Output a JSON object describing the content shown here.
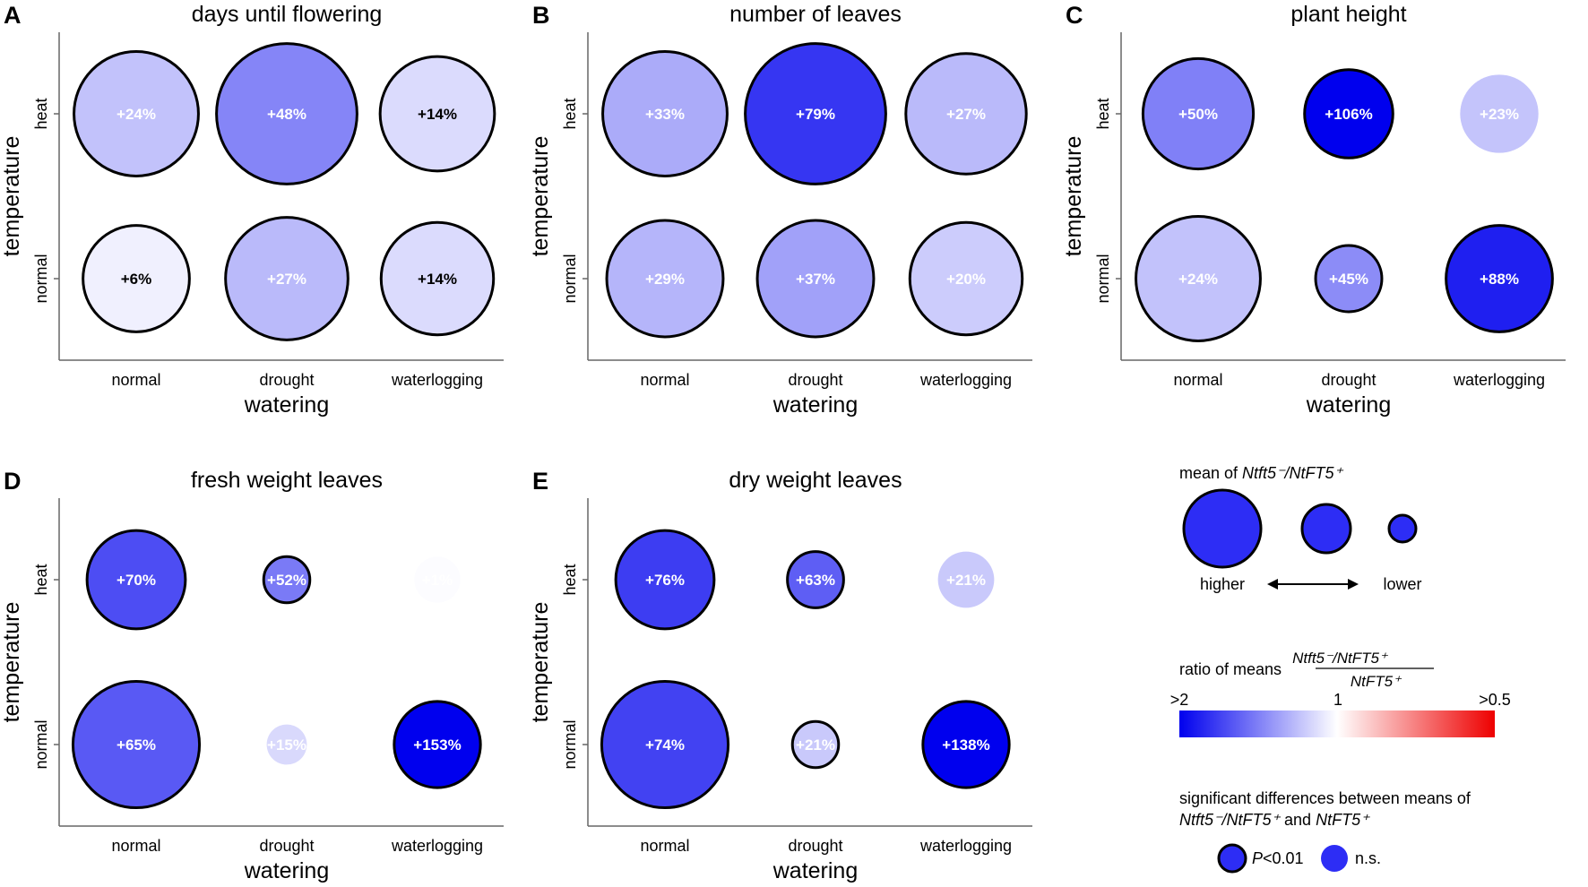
{
  "chart_data": [
    {
      "type": "scatter",
      "panel_letter": "A",
      "title": "days until flowering",
      "xlabel": "watering",
      "ylabel": "temperature",
      "categories": [
        "normal",
        "drought",
        "waterlogging"
      ],
      "y_categories": [
        "heat",
        "normal"
      ],
      "points": [
        {
          "x": "normal",
          "y": "heat",
          "label": "+24%",
          "ratio": 1.24,
          "mean": 0.62,
          "significant": true
        },
        {
          "x": "drought",
          "y": "heat",
          "label": "+48%",
          "ratio": 1.48,
          "mean": 0.7,
          "significant": true
        },
        {
          "x": "waterlogging",
          "y": "heat",
          "label": "+14%",
          "ratio": 1.14,
          "mean": 0.57,
          "significant": true
        },
        {
          "x": "normal",
          "y": "normal",
          "label": "+6%",
          "ratio": 1.06,
          "mean": 0.53,
          "significant": true
        },
        {
          "x": "drought",
          "y": "normal",
          "label": "+27%",
          "ratio": 1.27,
          "mean": 0.61,
          "significant": true
        },
        {
          "x": "waterlogging",
          "y": "normal",
          "label": "+14%",
          "ratio": 1.14,
          "mean": 0.56,
          "significant": true
        }
      ]
    },
    {
      "type": "scatter",
      "panel_letter": "B",
      "title": "number of leaves",
      "xlabel": "watering",
      "ylabel": "temperature",
      "categories": [
        "normal",
        "drought",
        "waterlogging"
      ],
      "y_categories": [
        "heat",
        "normal"
      ],
      "points": [
        {
          "x": "normal",
          "y": "heat",
          "label": "+33%",
          "ratio": 1.33,
          "mean": 0.62,
          "significant": true
        },
        {
          "x": "drought",
          "y": "heat",
          "label": "+79%",
          "ratio": 1.79,
          "mean": 0.7,
          "significant": true
        },
        {
          "x": "waterlogging",
          "y": "heat",
          "label": "+27%",
          "ratio": 1.27,
          "mean": 0.6,
          "significant": true
        },
        {
          "x": "normal",
          "y": "normal",
          "label": "+29%",
          "ratio": 1.29,
          "mean": 0.58,
          "significant": true
        },
        {
          "x": "drought",
          "y": "normal",
          "label": "+37%",
          "ratio": 1.37,
          "mean": 0.58,
          "significant": true
        },
        {
          "x": "waterlogging",
          "y": "normal",
          "label": "+20%",
          "ratio": 1.2,
          "mean": 0.56,
          "significant": true
        }
      ]
    },
    {
      "type": "scatter",
      "panel_letter": "C",
      "title": "plant height",
      "xlabel": "watering",
      "ylabel": "temperature",
      "categories": [
        "normal",
        "drought",
        "waterlogging"
      ],
      "y_categories": [
        "heat",
        "normal"
      ],
      "points": [
        {
          "x": "normal",
          "y": "heat",
          "label": "+50%",
          "ratio": 1.5,
          "mean": 0.55,
          "significant": true
        },
        {
          "x": "drought",
          "y": "heat",
          "label": "+106%",
          "ratio": 2.06,
          "mean": 0.44,
          "significant": true
        },
        {
          "x": "waterlogging",
          "y": "heat",
          "label": "+23%",
          "ratio": 1.23,
          "mean": 0.39,
          "significant": false
        },
        {
          "x": "normal",
          "y": "normal",
          "label": "+24%",
          "ratio": 1.24,
          "mean": 0.62,
          "significant": true
        },
        {
          "x": "drought",
          "y": "normal",
          "label": "+45%",
          "ratio": 1.45,
          "mean": 0.33,
          "significant": true
        },
        {
          "x": "waterlogging",
          "y": "normal",
          "label": "+88%",
          "ratio": 1.88,
          "mean": 0.53,
          "significant": true
        }
      ]
    },
    {
      "type": "scatter",
      "panel_letter": "D",
      "title": "fresh weight leaves",
      "xlabel": "watering",
      "ylabel": "temperature",
      "categories": [
        "normal",
        "drought",
        "waterlogging"
      ],
      "y_categories": [
        "heat",
        "normal"
      ],
      "points": [
        {
          "x": "normal",
          "y": "heat",
          "label": "+70%",
          "ratio": 1.7,
          "mean": 0.49,
          "significant": true
        },
        {
          "x": "drought",
          "y": "heat",
          "label": "+52%",
          "ratio": 1.52,
          "mean": 0.23,
          "significant": true
        },
        {
          "x": "waterlogging",
          "y": "heat",
          "label": "+1%",
          "ratio": 1.01,
          "mean": 0.23,
          "significant": false
        },
        {
          "x": "normal",
          "y": "normal",
          "label": "+65%",
          "ratio": 1.65,
          "mean": 0.63,
          "significant": true
        },
        {
          "x": "drought",
          "y": "normal",
          "label": "+15%",
          "ratio": 1.15,
          "mean": 0.2,
          "significant": false
        },
        {
          "x": "waterlogging",
          "y": "normal",
          "label": "+153%",
          "ratio": 2.53,
          "mean": 0.43,
          "significant": true
        }
      ]
    },
    {
      "type": "scatter",
      "panel_letter": "E",
      "title": "dry weight leaves",
      "xlabel": "watering",
      "ylabel": "temperature",
      "categories": [
        "normal",
        "drought",
        "waterlogging"
      ],
      "y_categories": [
        "heat",
        "normal"
      ],
      "points": [
        {
          "x": "normal",
          "y": "heat",
          "label": "+76%",
          "ratio": 1.76,
          "mean": 0.49,
          "significant": true
        },
        {
          "x": "drought",
          "y": "heat",
          "label": "+63%",
          "ratio": 1.63,
          "mean": 0.28,
          "significant": true
        },
        {
          "x": "waterlogging",
          "y": "heat",
          "label": "+21%",
          "ratio": 1.21,
          "mean": 0.28,
          "significant": false
        },
        {
          "x": "normal",
          "y": "normal",
          "label": "+74%",
          "ratio": 1.74,
          "mean": 0.63,
          "significant": true
        },
        {
          "x": "drought",
          "y": "normal",
          "label": "+21%",
          "ratio": 1.21,
          "mean": 0.23,
          "significant": true
        },
        {
          "x": "waterlogging",
          "y": "normal",
          "label": "+138%",
          "ratio": 2.38,
          "mean": 0.43,
          "significant": true
        }
      ]
    }
  ],
  "legend": {
    "size_title_prefix": "mean of ",
    "size_title_formula": "Ntft5⁻/NtFT5⁺",
    "size_higher": "higher",
    "size_lower": "lower",
    "ratio_title": "ratio of means",
    "ratio_numerator": "Ntft5⁻/NtFT5⁺",
    "ratio_denominator": "NtFT5⁺",
    "ratio_tick_left": ">2",
    "ratio_tick_mid": "1",
    "ratio_tick_right": ">0.5",
    "sig_title_line1": "significant differences between means of",
    "sig_title_line2_a": "Ntft5⁻/NtFT5⁺",
    "sig_title_line2_and": " and ",
    "sig_title_line2_b": "NtFT5⁺",
    "sig_label_p": "P",
    "sig_label_p_rest": "<0.01",
    "sig_label_ns": "n.s."
  },
  "colors": {
    "blue_max": "#0000ee",
    "white_mid": "#ffffff",
    "red_max": "#ee0000",
    "outline": "#000000",
    "axis": "#666666",
    "label_dark": "#000000",
    "label_light": "#ffffff"
  }
}
